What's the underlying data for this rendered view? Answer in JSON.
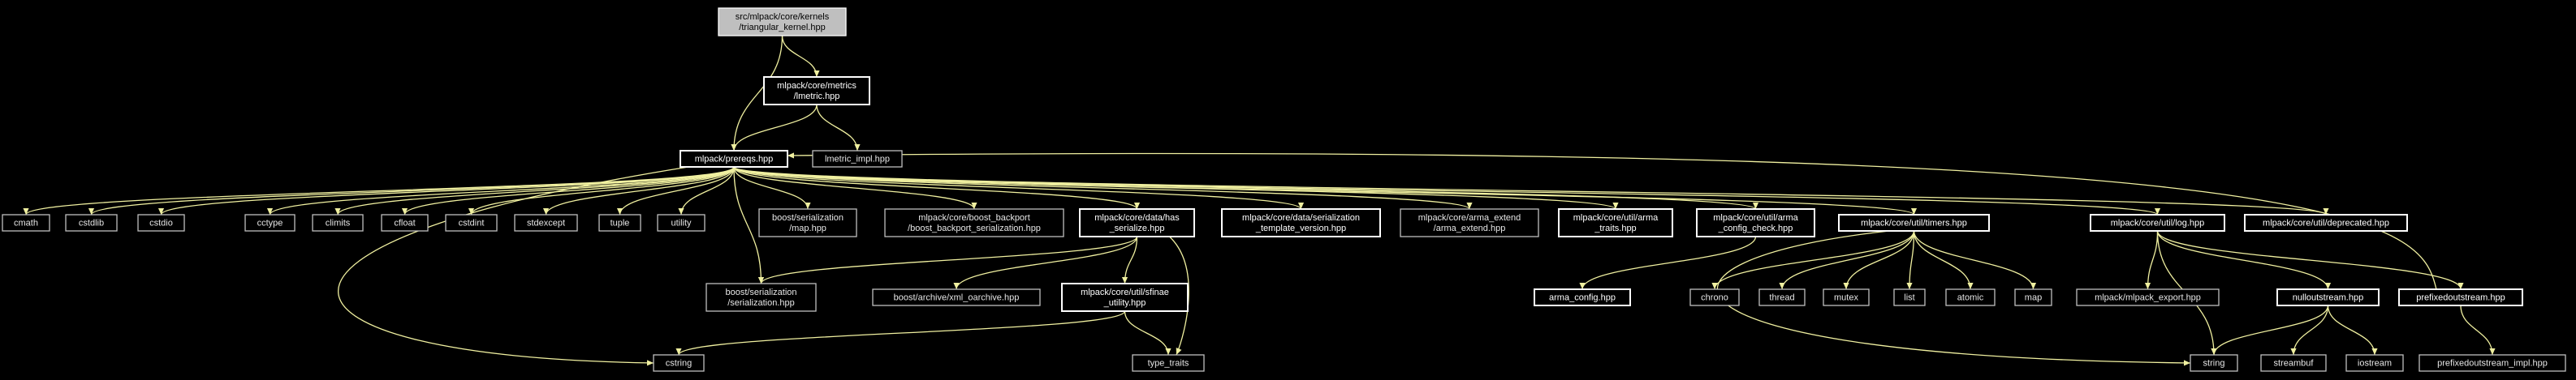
{
  "colors": {
    "background": "#000000",
    "edge": "#f0f0a0",
    "node_border": "#ffffff",
    "root_fill": "#bfbfbf",
    "text": "#ffffff"
  },
  "nodes": [
    {
      "id": "root",
      "lines": [
        "src/mlpack/core/kernels",
        "/triangular_kernel.hpp"
      ],
      "kind": "root"
    },
    {
      "id": "lmetric",
      "lines": [
        "mlpack/core/metrics",
        "/lmetric.hpp"
      ],
      "kind": "file"
    },
    {
      "id": "prereqs",
      "lines": [
        "mlpack/prereqs.hpp"
      ],
      "kind": "file"
    },
    {
      "id": "lmetric_impl",
      "lines": [
        "lmetric_impl.hpp"
      ],
      "kind": "plain"
    },
    {
      "id": "cmath",
      "lines": [
        "cmath"
      ],
      "kind": "plain"
    },
    {
      "id": "cstdlib",
      "lines": [
        "cstdlib"
      ],
      "kind": "plain"
    },
    {
      "id": "cstdio",
      "lines": [
        "cstdio"
      ],
      "kind": "plain"
    },
    {
      "id": "cctype",
      "lines": [
        "cctype"
      ],
      "kind": "plain"
    },
    {
      "id": "climits",
      "lines": [
        "climits"
      ],
      "kind": "plain"
    },
    {
      "id": "cfloat",
      "lines": [
        "cfloat"
      ],
      "kind": "plain"
    },
    {
      "id": "cstdint",
      "lines": [
        "cstdint"
      ],
      "kind": "plain"
    },
    {
      "id": "stdexcept",
      "lines": [
        "stdexcept"
      ],
      "kind": "plain"
    },
    {
      "id": "tuple",
      "lines": [
        "tuple"
      ],
      "kind": "plain"
    },
    {
      "id": "utility",
      "lines": [
        "utility"
      ],
      "kind": "plain"
    },
    {
      "id": "boost_map",
      "lines": [
        "boost/serialization",
        "/map.hpp"
      ],
      "kind": "plain"
    },
    {
      "id": "boost_backport",
      "lines": [
        "mlpack/core/boost_backport",
        "/boost_backport_serialization.hpp"
      ],
      "kind": "plain"
    },
    {
      "id": "has_serialize",
      "lines": [
        "mlpack/core/data/has",
        "_serialize.hpp"
      ],
      "kind": "file"
    },
    {
      "id": "serialization_template",
      "lines": [
        "mlpack/core/data/serialization",
        "_template_version.hpp"
      ],
      "kind": "file"
    },
    {
      "id": "arma_extend",
      "lines": [
        "mlpack/core/arma_extend",
        "/arma_extend.hpp"
      ],
      "kind": "plain"
    },
    {
      "id": "arma_traits",
      "lines": [
        "mlpack/core/util/arma",
        "_traits.hpp"
      ],
      "kind": "file"
    },
    {
      "id": "arma_config_check",
      "lines": [
        "mlpack/core/util/arma",
        "_config_check.hpp"
      ],
      "kind": "file"
    },
    {
      "id": "timers",
      "lines": [
        "mlpack/core/util/timers.hpp"
      ],
      "kind": "file"
    },
    {
      "id": "log",
      "lines": [
        "mlpack/core/util/log.hpp"
      ],
      "kind": "file"
    },
    {
      "id": "deprecated",
      "lines": [
        "mlpack/core/util/deprecated.hpp"
      ],
      "kind": "file"
    },
    {
      "id": "boost_serialization",
      "lines": [
        "boost/serialization",
        "/serialization.hpp"
      ],
      "kind": "plain"
    },
    {
      "id": "xml_oarchive",
      "lines": [
        "boost/archive/xml_oarchive.hpp"
      ],
      "kind": "plain"
    },
    {
      "id": "sfinae",
      "lines": [
        "mlpack/core/util/sfinae",
        "_utility.hpp"
      ],
      "kind": "file"
    },
    {
      "id": "arma_config",
      "lines": [
        "arma_config.hpp"
      ],
      "kind": "file"
    },
    {
      "id": "chrono",
      "lines": [
        "chrono"
      ],
      "kind": "plain"
    },
    {
      "id": "thread",
      "lines": [
        "thread"
      ],
      "kind": "plain"
    },
    {
      "id": "mutex",
      "lines": [
        "mutex"
      ],
      "kind": "plain"
    },
    {
      "id": "list",
      "lines": [
        "list"
      ],
      "kind": "plain"
    },
    {
      "id": "atomic",
      "lines": [
        "atomic"
      ],
      "kind": "plain"
    },
    {
      "id": "map",
      "lines": [
        "map"
      ],
      "kind": "plain"
    },
    {
      "id": "mlpack_export",
      "lines": [
        "mlpack/mlpack_export.hpp"
      ],
      "kind": "plain"
    },
    {
      "id": "nulloutstream",
      "lines": [
        "nulloutstream.hpp"
      ],
      "kind": "file"
    },
    {
      "id": "prefixedoutstream",
      "lines": [
        "prefixedoutstream.hpp"
      ],
      "kind": "file"
    },
    {
      "id": "cstring",
      "lines": [
        "cstring"
      ],
      "kind": "plain"
    },
    {
      "id": "type_traits",
      "lines": [
        "type_traits"
      ],
      "kind": "plain"
    },
    {
      "id": "string",
      "lines": [
        "string"
      ],
      "kind": "plain"
    },
    {
      "id": "streambuf",
      "lines": [
        "streambuf"
      ],
      "kind": "plain"
    },
    {
      "id": "iostream",
      "lines": [
        "iostream"
      ],
      "kind": "plain"
    },
    {
      "id": "prefixedoutstream_impl",
      "lines": [
        "prefixedoutstream_impl.hpp"
      ],
      "kind": "plain"
    }
  ],
  "edges": [
    [
      "root",
      "lmetric"
    ],
    [
      "root",
      "prereqs"
    ],
    [
      "lmetric",
      "prereqs"
    ],
    [
      "lmetric",
      "lmetric_impl"
    ],
    [
      "prereqs",
      "cmath"
    ],
    [
      "prereqs",
      "cstdlib"
    ],
    [
      "prereqs",
      "cstdio"
    ],
    [
      "prereqs",
      "cctype"
    ],
    [
      "prereqs",
      "climits"
    ],
    [
      "prereqs",
      "cfloat"
    ],
    [
      "prereqs",
      "cstdint"
    ],
    [
      "prereqs",
      "stdexcept"
    ],
    [
      "prereqs",
      "tuple"
    ],
    [
      "prereqs",
      "utility"
    ],
    [
      "prereqs",
      "boost_map"
    ],
    [
      "prereqs",
      "boost_backport"
    ],
    [
      "prereqs",
      "has_serialize"
    ],
    [
      "prereqs",
      "serialization_template"
    ],
    [
      "prereqs",
      "arma_extend"
    ],
    [
      "prereqs",
      "arma_traits"
    ],
    [
      "prereqs",
      "arma_config_check"
    ],
    [
      "prereqs",
      "timers"
    ],
    [
      "prereqs",
      "log"
    ],
    [
      "prereqs",
      "deprecated"
    ],
    [
      "prereqs",
      "boost_serialization"
    ],
    [
      "prereqs",
      "cstring"
    ],
    [
      "has_serialize",
      "boost_serialization"
    ],
    [
      "has_serialize",
      "xml_oarchive"
    ],
    [
      "has_serialize",
      "sfinae"
    ],
    [
      "has_serialize",
      "type_traits"
    ],
    [
      "sfinae",
      "type_traits"
    ],
    [
      "sfinae",
      "cstring"
    ],
    [
      "arma_config_check",
      "arma_config"
    ],
    [
      "timers",
      "chrono"
    ],
    [
      "timers",
      "thread"
    ],
    [
      "timers",
      "mutex"
    ],
    [
      "timers",
      "list"
    ],
    [
      "timers",
      "atomic"
    ],
    [
      "timers",
      "map"
    ],
    [
      "timers",
      "string"
    ],
    [
      "log",
      "mlpack_export"
    ],
    [
      "log",
      "nulloutstream"
    ],
    [
      "log",
      "prefixedoutstream"
    ],
    [
      "log",
      "string"
    ],
    [
      "nulloutstream",
      "string"
    ],
    [
      "nulloutstream",
      "streambuf"
    ],
    [
      "nulloutstream",
      "iostream"
    ],
    [
      "prefixedoutstream",
      "prefixedoutstream_impl"
    ],
    [
      "prefixedoutstream",
      "prereqs"
    ]
  ]
}
